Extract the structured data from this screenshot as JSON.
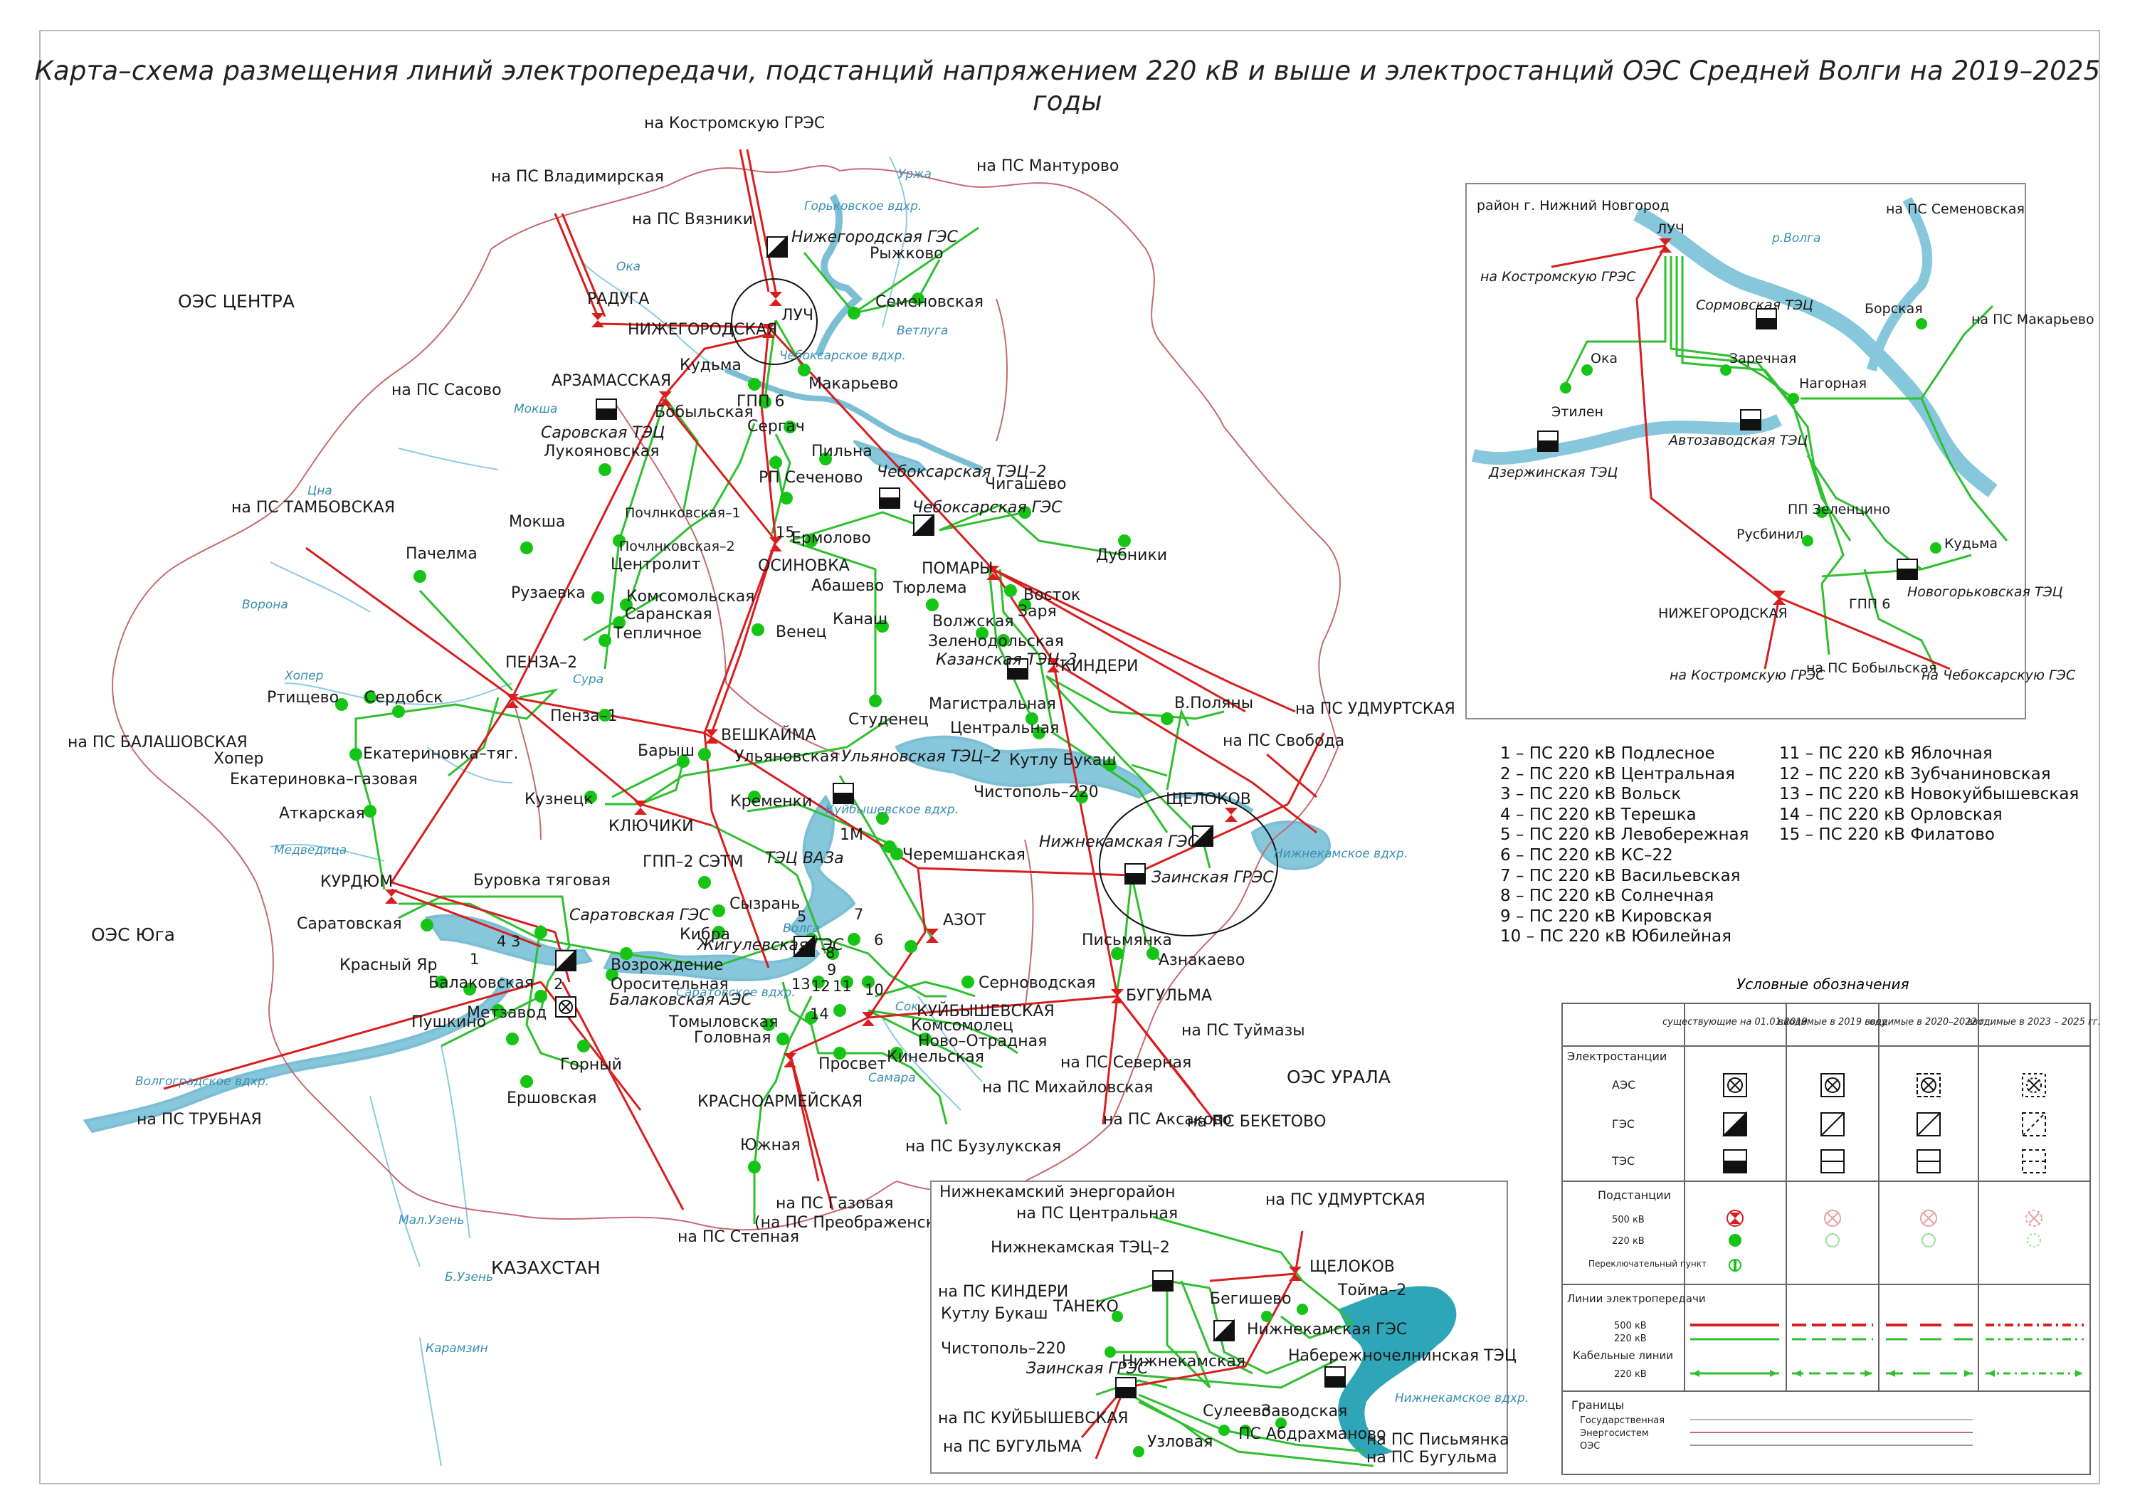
{
  "title": "Карта–схема размещения линий электропередачи, подстанций напряжением 220 кВ и выше и электростанций ОЭС Средней Волги на 2019–2025 годы",
  "colors": {
    "line500": "#d81e1e",
    "line220": "#2fbf2f",
    "water": "#7ec3d8",
    "boundary": "#c45a66",
    "region": "#9a9aa8"
  },
  "neighbors": [
    {
      "id": "center",
      "label": "ОЭС ЦЕНТРА"
    },
    {
      "id": "south",
      "label": "ОЭС Юга"
    },
    {
      "id": "ural",
      "label": "ОЭС УРАЛА"
    },
    {
      "id": "kz",
      "label": "КАЗАХСТАН"
    }
  ],
  "substations500": [
    {
      "id": "ss-radyga",
      "label": "РАДУГА"
    },
    {
      "id": "ss-nizhegorodskaya",
      "label": "НИЖЕГОРОДСКАЯ"
    },
    {
      "id": "ss-luch",
      "label": "ЛУЧ"
    },
    {
      "id": "ss-arzamasskaya",
      "label": "АРЗАМАССКАЯ"
    },
    {
      "id": "ss-osinovka",
      "label": "ОСИНОВКА"
    },
    {
      "id": "ss-pomary",
      "label": "ПОМАРЫ"
    },
    {
      "id": "ss-kinderi",
      "label": "КИНДЕРИ"
    },
    {
      "id": "ss-penza2",
      "label": "ПЕНЗА–2"
    },
    {
      "id": "ss-veshkayma",
      "label": "ВЕШКАЙМА"
    },
    {
      "id": "ss-klyuchiki",
      "label": "КЛЮЧИКИ"
    },
    {
      "id": "ss-shchelokov",
      "label": "ЩЕЛОКОВ"
    },
    {
      "id": "ss-kurdyum",
      "label": "КУРДЮМ"
    },
    {
      "id": "ss-azot",
      "label": "АЗОТ"
    },
    {
      "id": "ss-kuybyshevskaya",
      "label": "КУЙБЫШЕВСКАЯ"
    },
    {
      "id": "ss-krasnoarmeyskaya",
      "label": "КРАСНОАРМЕЙСКАЯ"
    },
    {
      "id": "ss-bugulma",
      "label": "БУГУЛЬМА"
    }
  ],
  "plants": [
    {
      "id": "pl-nizhgorges",
      "label": "Нижегородская ГЭС"
    },
    {
      "id": "pl-cheb-tec2",
      "label": "Чебоксарская ТЭЦ–2"
    },
    {
      "id": "pl-cheb-ges",
      "label": "Чебоксарская ГЭС"
    },
    {
      "id": "pl-sarov-tec",
      "label": "Саровская ТЭЦ"
    },
    {
      "id": "pl-kazan-tec3",
      "label": "Казанская ТЭЦ–3"
    },
    {
      "id": "pl-ulyan-tec2",
      "label": "Ульяновская ТЭЦ–2"
    },
    {
      "id": "pl-tec-vaz",
      "label": "ТЭЦ ВАЗа"
    },
    {
      "id": "pl-nizhnekamsk-ges",
      "label": "Нижнекамская ГЭС"
    },
    {
      "id": "pl-zainsk-gres",
      "label": "Заинская ГРЭС"
    },
    {
      "id": "pl-saratov-ges",
      "label": "Саратовская ГЭС"
    },
    {
      "id": "pl-zhigul-ges",
      "label": "Жигулевская ГЭС"
    },
    {
      "id": "pl-balakovo-aes",
      "label": "Балаковская АЭС"
    }
  ],
  "substations220": [
    "Кудьма",
    "Бобыльская",
    "ГПП 6",
    "Сергач",
    "Пильна",
    "Семеновская",
    "Рыжково",
    "Макарьево",
    "РП Сеченово",
    "Ермолово",
    "Почлнковская–1",
    "Почлнковская–2",
    "Лукояновская",
    "Мокша",
    "Рузаевка",
    "Центролит",
    "Комсомольская",
    "Саранская",
    "Тепличное",
    "Пачелма",
    "Абашево",
    "Канаш",
    "Венец",
    "Тюрлема",
    "Восток",
    "Заря",
    "Волжская",
    "Зеленодольская",
    "Чигашево",
    "Дубники",
    "Магистральная",
    "Центральная",
    "Студенец",
    "Кутлу Букаш",
    "Чистополь–220",
    "В.Поляны",
    "Сердобск",
    "Ртищево",
    "Хопер",
    "Екатериновка–тяг.",
    "Екатериновка–газовая",
    "Аткарская",
    "Кузнецк",
    "Пенза–1",
    "Барыш",
    "Ульяновская",
    "Кременки",
    "1М",
    "Черемшанская",
    "ГПП–2 СЭТМ",
    "Сызрань",
    "Кибра",
    "Возрождение",
    "Оросительная",
    "Буровка тяговая",
    "Саратовская",
    "Красный Яр",
    "Балаковская",
    "Метзавод",
    "Пушкино",
    "Горный",
    "Ершовская",
    "Томыловская",
    "Головная",
    "Просвет",
    "Кинельская",
    "Ново–Отрадная",
    "Комсомолец",
    "Серноводская",
    "Письмянка",
    "Азнакаево",
    "Южная"
  ],
  "numbers": [
    "1",
    "2",
    "3",
    "4",
    "5",
    "6",
    "7",
    "8",
    "9",
    "10",
    "11",
    "12",
    "13",
    "14",
    "15"
  ],
  "exits": [
    "на Костромскую ГРЭС",
    "на ПС Владимирская",
    "на ПС Вязники",
    "на ПС Мантурово",
    "на ПС Сасово",
    "на ПС ТАМБОВСКАЯ",
    "на ПС БАЛАШОВСКАЯ",
    "на ПС ТРУБНАЯ",
    "на ПС Степная",
    "на ПС Газовая",
    "(на ПС Преображенская)",
    "на ПС Бузулукская",
    "на ПС Михайловская",
    "на ПС Северная",
    "на ПС Аксаково",
    "на ПС БЕКЕТОВО",
    "на ПС Туймазы",
    "на ПС УДМУРТСКАЯ",
    "на ПС Свобода"
  ],
  "rivers": [
    "Ока",
    "Мокша",
    "Цна",
    "Ворона",
    "Хопер",
    "Сура",
    "Медведица",
    "Уржа",
    "Ветлуга",
    "Волга",
    "Сок",
    "Самара",
    "Мал.Узень",
    "Б.Узень",
    "Карамзин",
    "Горьковское вдхр.",
    "Чебоксарское вдхр.",
    "Куйбышевское вдхр.",
    "Саратовское вдхр.",
    "Волгоградское вдхр.",
    "Нижнекамское вдхр."
  ],
  "inset_nn": {
    "title": "район г. Нижний Новгород",
    "labels": [
      "ЛУЧ",
      "на Костромскую ГРЭС",
      "Сормовская ТЭЦ",
      "Ока",
      "Заречная",
      "Нагорная",
      "Этилен",
      "Дзержинская ТЭЦ",
      "Автозаводская ТЭЦ",
      "Борская",
      "на ПС Семеновская",
      "на ПС Макарьево",
      "ПП Зеленцино",
      "Русбинил",
      "Кудьма",
      "Новогорьковская ТЭЦ",
      "ГПП 6",
      "НИЖЕГОРОДСКАЯ",
      "на Костромскую ГРЭС",
      "на ПС Бобыльская",
      "на Чебоксарскую ГЭС",
      "р.Волга"
    ]
  },
  "inset_nk": {
    "title": "Нижнекамский энергорайон",
    "labels": [
      "на ПС Центральная",
      "на ПС УДМУРТСКАЯ",
      "Нижнекамская ТЭЦ–2",
      "ЩЕЛОКОВ",
      "Тойма–2",
      "на ПС КИНДЕРИ",
      "Кутлу Букаш",
      "ТАНЕКО",
      "Бегишево",
      "Нижнекамская ГЭС",
      "Чистополь–220",
      "Заинская ГРЭС",
      "Нижнекамская",
      "Набережночелнинская ТЭЦ",
      "на ПС КУЙБЫШЕВСКАЯ",
      "Сулеево",
      "Заводская",
      "на ПС БУГУЛЬМА",
      "Узловая",
      "ПС Абдрахманово",
      "на ПС Письмянка",
      "на ПС Бугульма",
      "Нижнекамское вдхр."
    ]
  },
  "legend_list": {
    "col1": [
      "1 – ПС 220 кВ Подлесное",
      "2 – ПС 220 кВ Центральная",
      "3 – ПС 220 кВ Вольск",
      "4 – ПС 220 кВ Терешка",
      "5 – ПС 220 кВ Левобережная",
      "6 – ПС 220 кВ КС–22",
      "7 – ПС 220 кВ Васильевская",
      "8 – ПС 220 кВ Солнечная",
      "9 – ПС 220 кВ Кировская",
      "10 – ПС 220 кВ Юбилейная"
    ],
    "col2": [
      "11 – ПС 220 кВ Яблочная",
      "12 – ПС 220 кВ Зубчаниновская",
      "13 – ПС 220 кВ Новокуйбышевская",
      "14 – ПС 220 кВ Орловская",
      "15 – ПС 220 кВ Филатово"
    ]
  },
  "legend": {
    "title": "Условные обозначения",
    "columns": [
      "существующие на 01.01.2019",
      "вводимые в 2019 году",
      "вводимые в 2020–2022 гг.",
      "вводимые в 2023 – 2025 гг."
    ],
    "rows": {
      "plants": "Электростанции",
      "aes": "АЭС",
      "ges": "ГЭС",
      "tes": "ТЭС",
      "subs": "Подстанции",
      "kv500": "500 кВ",
      "kv220": "220 кВ",
      "switch": "Переключательный пункт",
      "lines": "Линии электропередачи",
      "l500": "500 кВ",
      "l220": "220 кВ",
      "cable": "Кабельные линии",
      "c220": "220 кВ",
      "borders": "Границы",
      "b1": "Государственная",
      "b2": "Энергосистем",
      "b3": "ОЭС"
    }
  }
}
